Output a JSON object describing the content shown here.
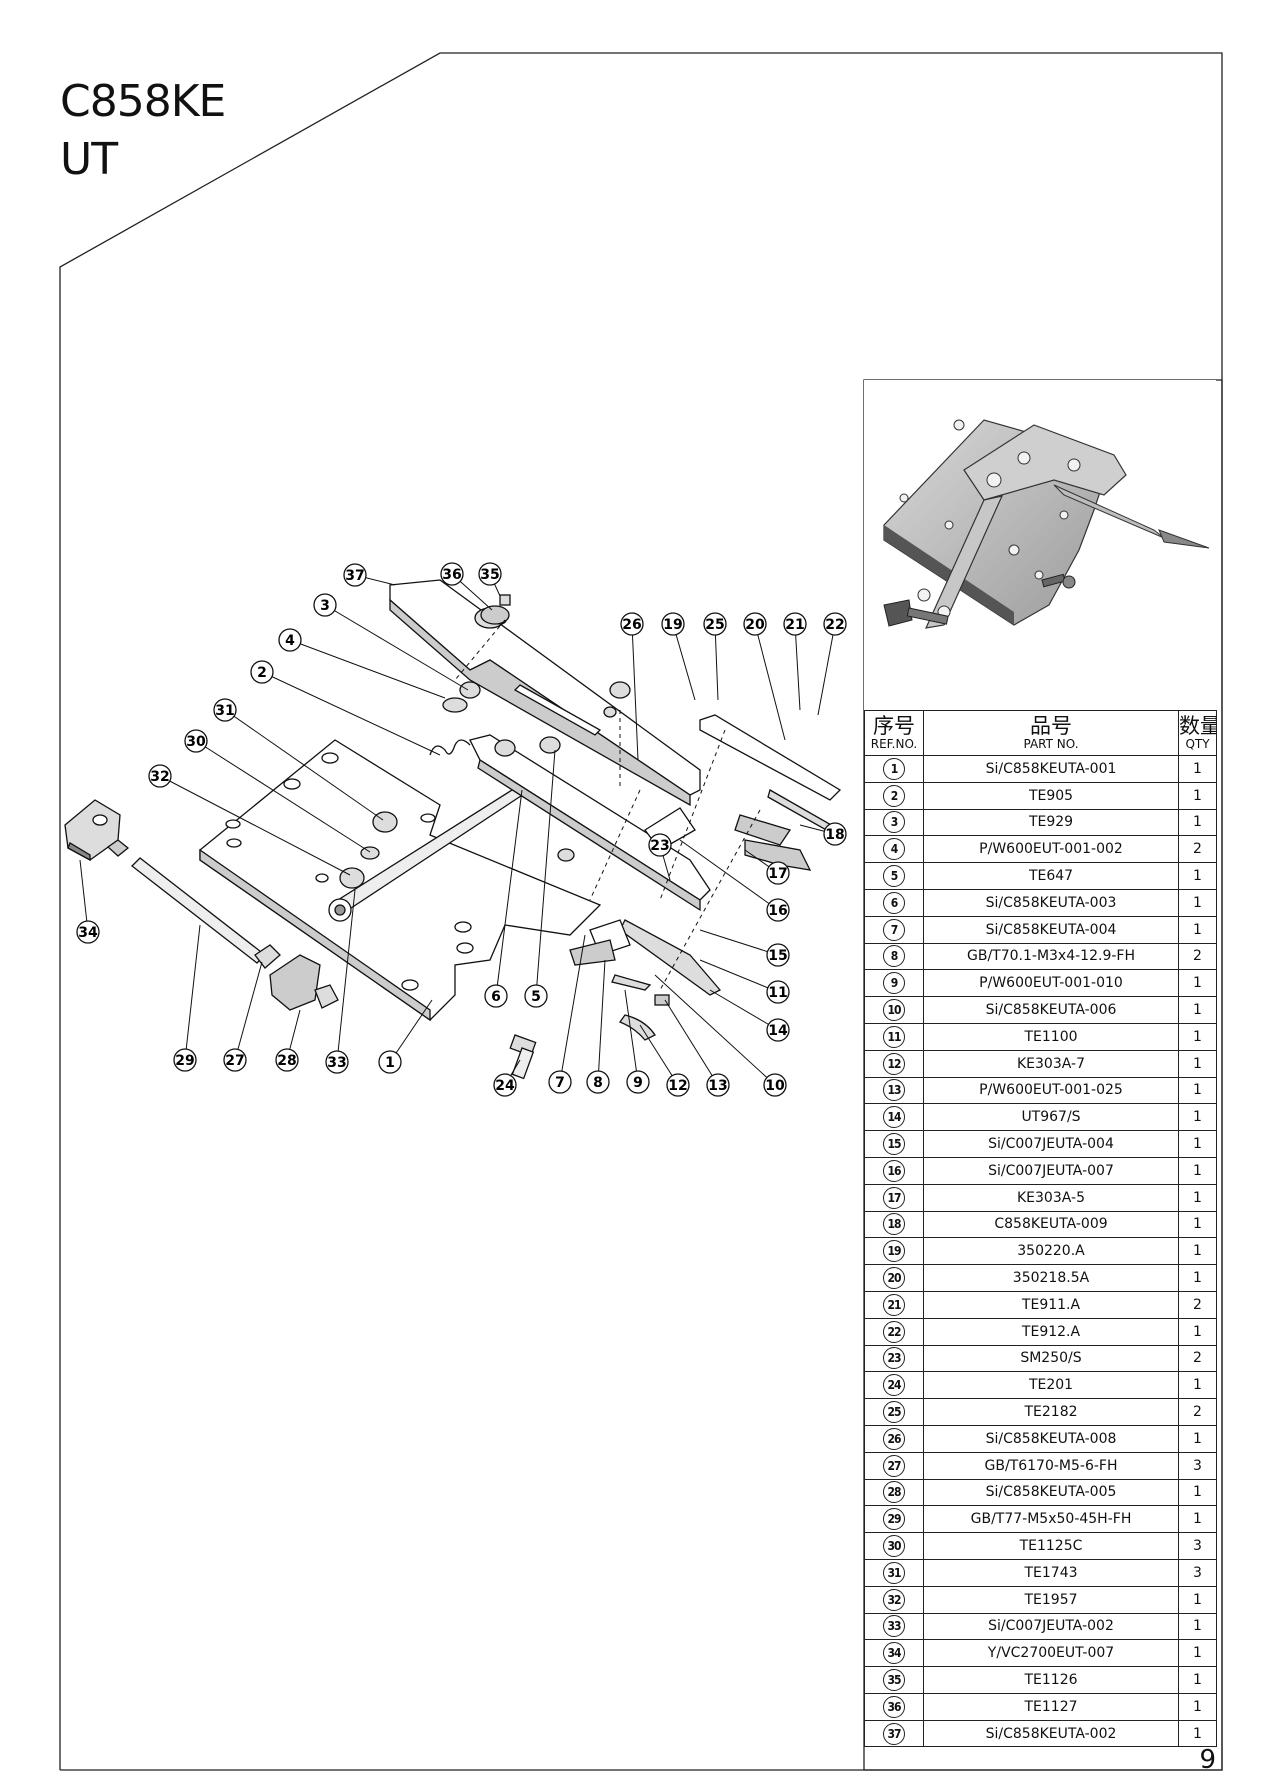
{
  "header": {
    "model": "C858KE",
    "subtitle": "UT"
  },
  "page_number": "9",
  "table": {
    "headers": {
      "ref_cn": "序号",
      "ref_en": "REF.NO.",
      "part_cn": "品号",
      "part_en": "PART NO.",
      "qty_cn": "数量",
      "qty_en": "QTY"
    },
    "rows": [
      {
        "ref": "1",
        "part": "Si/C858KEUTA-001",
        "qty": "1"
      },
      {
        "ref": "2",
        "part": "TE905",
        "qty": "1"
      },
      {
        "ref": "3",
        "part": "TE929",
        "qty": "1"
      },
      {
        "ref": "4",
        "part": "P/W600EUT-001-002",
        "qty": "2"
      },
      {
        "ref": "5",
        "part": "TE647",
        "qty": "1"
      },
      {
        "ref": "6",
        "part": "Si/C858KEUTA-003",
        "qty": "1"
      },
      {
        "ref": "7",
        "part": "Si/C858KEUTA-004",
        "qty": "1"
      },
      {
        "ref": "8",
        "part": "GB/T70.1-M3x4-12.9-FH",
        "qty": "2"
      },
      {
        "ref": "9",
        "part": "P/W600EUT-001-010",
        "qty": "1"
      },
      {
        "ref": "10",
        "part": "Si/C858KEUTA-006",
        "qty": "1"
      },
      {
        "ref": "11",
        "part": "TE1100",
        "qty": "1"
      },
      {
        "ref": "12",
        "part": "KE303A-7",
        "qty": "1"
      },
      {
        "ref": "13",
        "part": "P/W600EUT-001-025",
        "qty": "1"
      },
      {
        "ref": "14",
        "part": "UT967/S",
        "qty": "1"
      },
      {
        "ref": "15",
        "part": "Si/C007JEUTA-004",
        "qty": "1"
      },
      {
        "ref": "16",
        "part": "Si/C007JEUTA-007",
        "qty": "1"
      },
      {
        "ref": "17",
        "part": "KE303A-5",
        "qty": "1"
      },
      {
        "ref": "18",
        "part": "C858KEUTA-009",
        "qty": "1"
      },
      {
        "ref": "19",
        "part": "350220.A",
        "qty": "1"
      },
      {
        "ref": "20",
        "part": "350218.5A",
        "qty": "1"
      },
      {
        "ref": "21",
        "part": "TE911.A",
        "qty": "2"
      },
      {
        "ref": "22",
        "part": "TE912.A",
        "qty": "1"
      },
      {
        "ref": "23",
        "part": "SM250/S",
        "qty": "2"
      },
      {
        "ref": "24",
        "part": "TE201",
        "qty": "1"
      },
      {
        "ref": "25",
        "part": "TE2182",
        "qty": "2"
      },
      {
        "ref": "26",
        "part": "Si/C858KEUTA-008",
        "qty": "1"
      },
      {
        "ref": "27",
        "part": "GB/T6170-M5-6-FH",
        "qty": "3"
      },
      {
        "ref": "28",
        "part": "Si/C858KEUTA-005",
        "qty": "1"
      },
      {
        "ref": "29",
        "part": "GB/T77-M5x50-45H-FH",
        "qty": "1"
      },
      {
        "ref": "30",
        "part": "TE1125C",
        "qty": "3"
      },
      {
        "ref": "31",
        "part": "TE1743",
        "qty": "3"
      },
      {
        "ref": "32",
        "part": "TE1957",
        "qty": "1"
      },
      {
        "ref": "33",
        "part": "Si/C007JEUTA-002",
        "qty": "1"
      },
      {
        "ref": "34",
        "part": "Y/VC2700EUT-007",
        "qty": "1"
      },
      {
        "ref": "35",
        "part": "TE1126",
        "qty": "1"
      },
      {
        "ref": "36",
        "part": "TE1127",
        "qty": "1"
      },
      {
        "ref": "37",
        "part": "Si/C858KEUTA-002",
        "qty": "1"
      }
    ]
  },
  "callouts": [
    "1",
    "2",
    "3",
    "4",
    "5",
    "6",
    "7",
    "8",
    "9",
    "10",
    "11",
    "12",
    "13",
    "14",
    "15",
    "16",
    "17",
    "18",
    "19",
    "20",
    "21",
    "22",
    "23",
    "24",
    "25",
    "26",
    "27",
    "28",
    "29",
    "30",
    "31",
    "32",
    "33",
    "34",
    "35",
    "36",
    "37"
  ]
}
